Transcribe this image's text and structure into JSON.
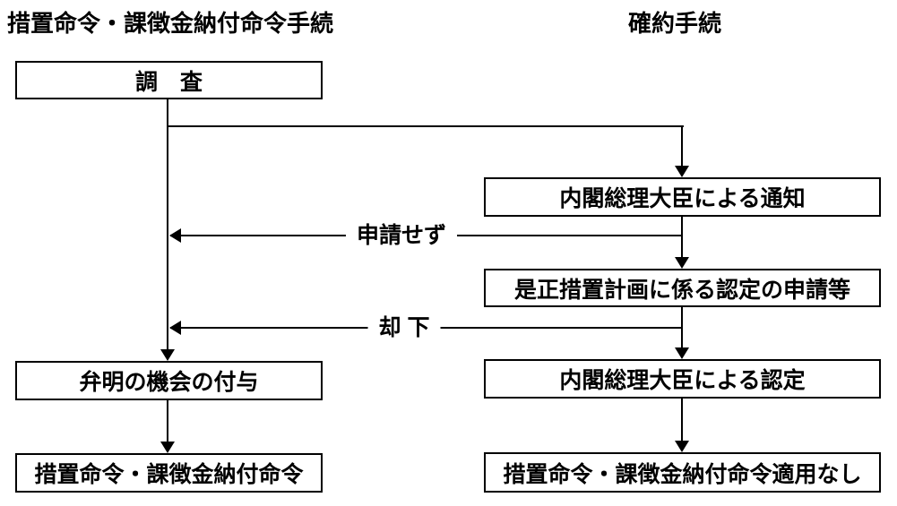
{
  "diagram": {
    "titles": {
      "left": "措置命令・課徴金納付命令手続",
      "right": "確約手続"
    },
    "nodes": {
      "investigation": "調　査",
      "notice_by_pm": "内閣総理大臣による通知",
      "corrective_plan_application": "是正措置計画に係る認定の申請等",
      "approval_by_pm": "内閣総理大臣による認定",
      "opportunity_for_explanation": "弁明の機会の付与",
      "cease_and_desist_order": "措置命令・課徴金納付命令",
      "order_not_applied": "措置命令・課徴金納付命令適用なし"
    },
    "edge_labels": {
      "no_application": "申請せず",
      "rejection": "却 下"
    },
    "colors": {
      "background": "#ffffff",
      "line": "#000000",
      "text": "#000000"
    }
  }
}
